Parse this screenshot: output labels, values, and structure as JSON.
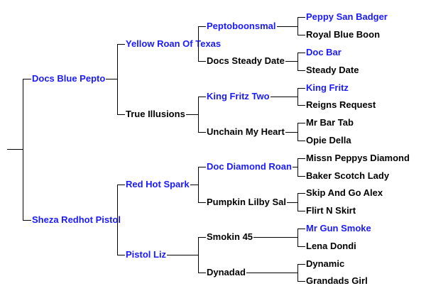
{
  "colors": {
    "link": "#1a1aff",
    "text": "#000000",
    "line": "#000000",
    "background": "#ffffff"
  },
  "pedigree": {
    "root": {
      "sire": {
        "name": "Docs Blue Pepto",
        "link": true,
        "sire": {
          "name": "Yellow Roan Of Texas",
          "link": true,
          "sire": {
            "name": "Peptoboonsmal",
            "link": true,
            "sire": {
              "name": "Peppy San Badger",
              "link": true
            },
            "dam": {
              "name": "Royal Blue Boon",
              "link": false
            }
          },
          "dam": {
            "name": "Docs Steady Date",
            "link": false,
            "sire": {
              "name": "Doc Bar",
              "link": true
            },
            "dam": {
              "name": "Steady Date",
              "link": false
            }
          }
        },
        "dam": {
          "name": "True Illusions",
          "link": false,
          "sire": {
            "name": "King Fritz Two",
            "link": true,
            "sire": {
              "name": "King Fritz",
              "link": true
            },
            "dam": {
              "name": "Reigns Request",
              "link": false
            }
          },
          "dam": {
            "name": "Unchain My Heart",
            "link": false,
            "sire": {
              "name": "Mr Bar Tab",
              "link": false
            },
            "dam": {
              "name": "Opie Della",
              "link": false
            }
          }
        }
      },
      "dam": {
        "name": "Sheza Redhot Pistol",
        "link": true,
        "sire": {
          "name": "Red Hot Spark",
          "link": true,
          "sire": {
            "name": "Doc Diamond Roan",
            "link": true,
            "sire": {
              "name": "Missn Peppys Diamond",
              "link": false
            },
            "dam": {
              "name": "Baker Scotch Lady",
              "link": false
            }
          },
          "dam": {
            "name": "Pumpkin Lilby Sal",
            "link": false,
            "sire": {
              "name": "Skip And Go Alex",
              "link": false
            },
            "dam": {
              "name": "Flirt N Skirt",
              "link": false
            }
          }
        },
        "dam": {
          "name": "Pistol Liz",
          "link": true,
          "sire": {
            "name": "Smokin 45",
            "link": false,
            "sire": {
              "name": "Mr Gun Smoke",
              "link": true
            },
            "dam": {
              "name": "Lena Dondi",
              "link": false
            }
          },
          "dam": {
            "name": "Dynadad",
            "link": false,
            "sire": {
              "name": "Dynamic",
              "link": false
            },
            "dam": {
              "name": "Grandads Girl",
              "link": false
            }
          }
        }
      }
    }
  }
}
